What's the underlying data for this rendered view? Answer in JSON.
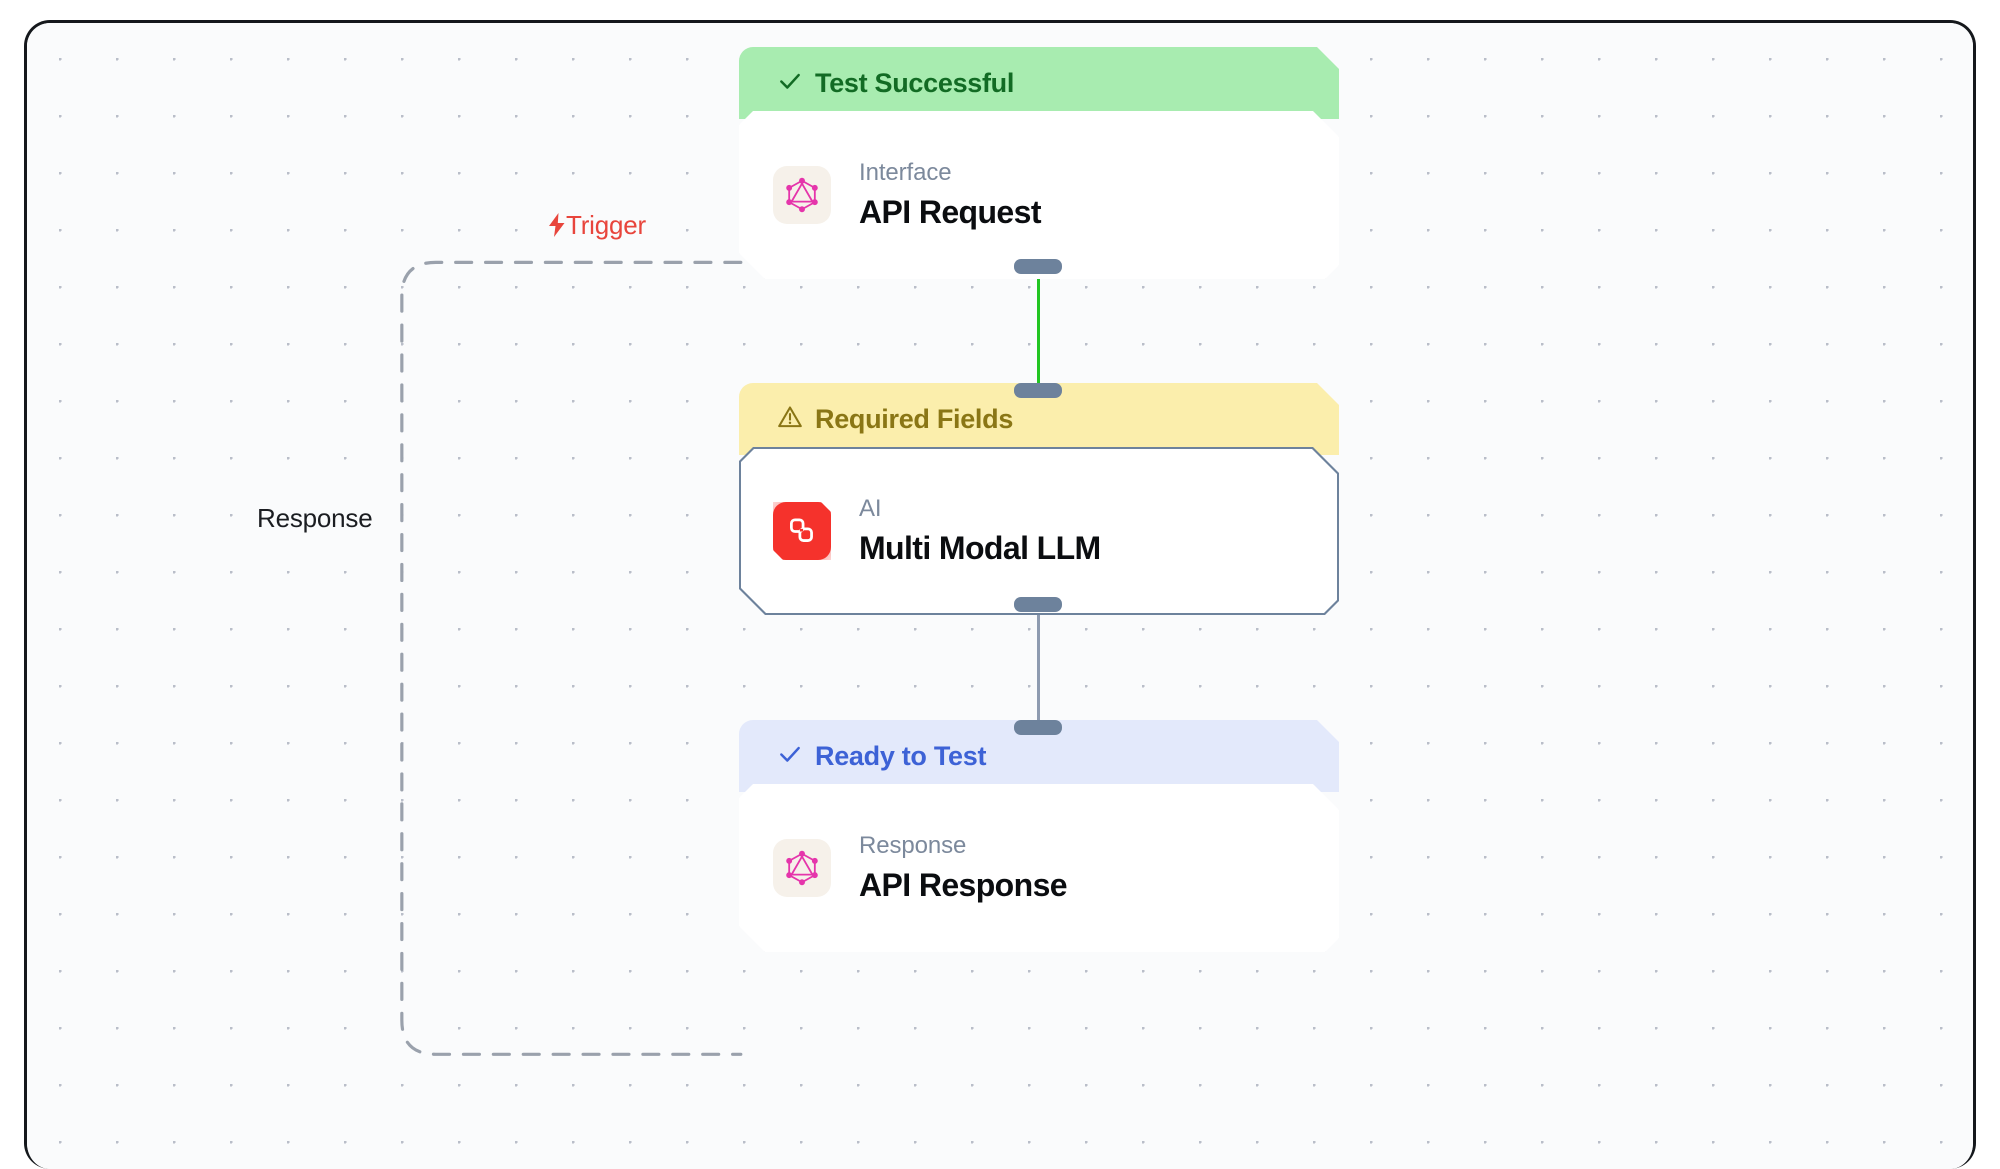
{
  "canvas": {
    "background_color": "#fafbfc",
    "grid_dot_color": "#b9bec9",
    "frame_color": "#15181c"
  },
  "labels": {
    "trigger": {
      "text": "Trigger",
      "icon": "lightning-bolt-icon",
      "glyph": "⚡",
      "color": "#e8453c"
    },
    "response": {
      "text": "Response",
      "color": "#1b1d21"
    }
  },
  "edges": [
    {
      "name": "api-request-to-llm",
      "color": "#22c522",
      "status": "active"
    },
    {
      "name": "llm-to-api-response",
      "color": "#8e9bb0",
      "status": "idle"
    },
    {
      "name": "response-feedback-loop",
      "color": "#9aa1ac",
      "style": "dashed",
      "label": "Response"
    }
  ],
  "nodes": [
    {
      "id": "api-request",
      "status": {
        "label": "Test Successful",
        "icon": "check-icon",
        "glyph": "✓",
        "bg": "#a8ecb0",
        "fg": "#126b24"
      },
      "icon": {
        "name": "graphql-icon",
        "color": "#e535ab",
        "tile_bg": "#f6f1ea"
      },
      "kicker": "Interface",
      "title": "API Request"
    },
    {
      "id": "multi-modal-llm",
      "status": {
        "label": "Required Fields",
        "icon": "warning-triangle-icon",
        "glyph": "⚠",
        "bg": "#fbeeac",
        "fg": "#8a7615"
      },
      "icon": {
        "name": "ai-layers-icon",
        "color": "#ffffff",
        "tile_bg": "#f5322c"
      },
      "kicker": "AI",
      "title": "Multi Modal LLM"
    },
    {
      "id": "api-response",
      "status": {
        "label": "Ready to Test",
        "icon": "check-icon",
        "glyph": "✓",
        "bg": "#e3e9fb",
        "fg": "#3d62d6"
      },
      "icon": {
        "name": "graphql-icon",
        "color": "#e535ab",
        "tile_bg": "#f6f1ea"
      },
      "kicker": "Response",
      "title": "API Response"
    }
  ]
}
